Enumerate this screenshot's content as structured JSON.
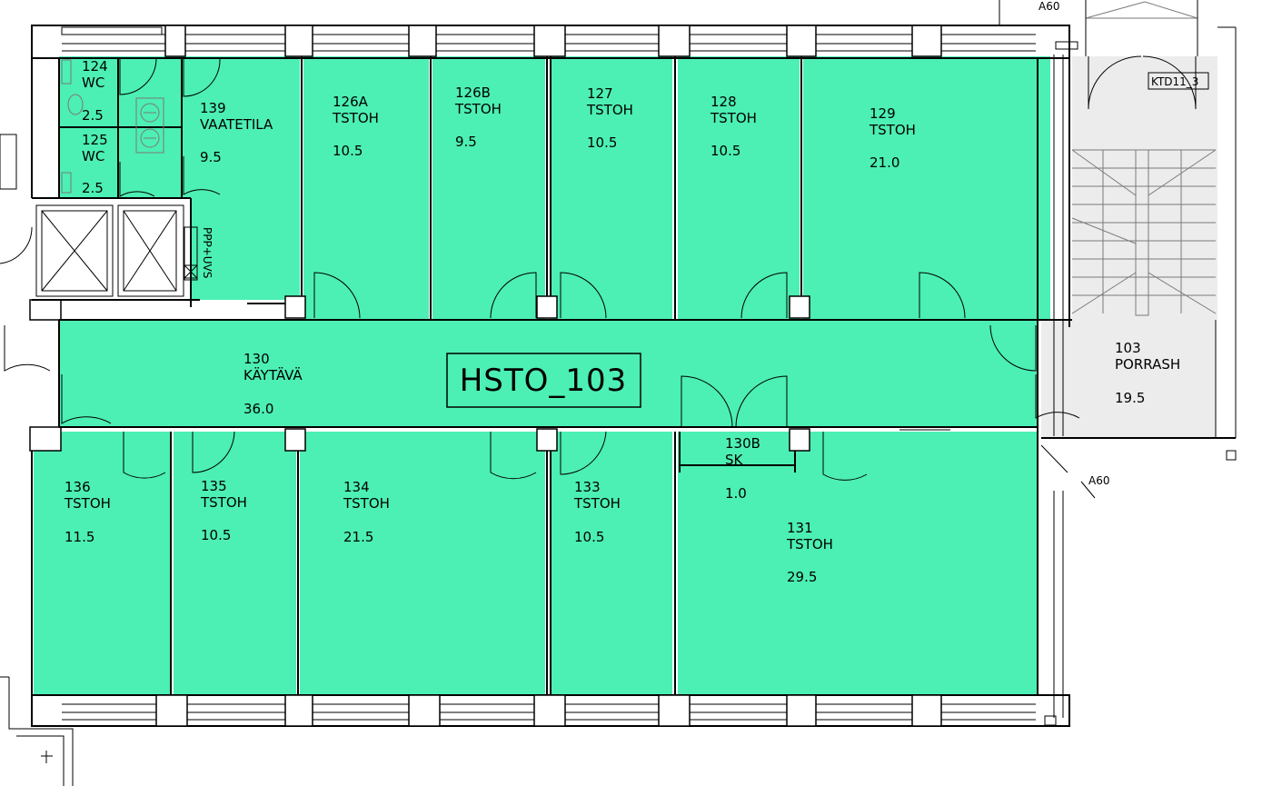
{
  "plan_title": "HSTO_103",
  "colors": {
    "room_fill": "#4cefb4",
    "stair_fill": "#ececec",
    "wall": "#000000"
  },
  "labels": {
    "a60_top": "A60",
    "a60_right": "A60",
    "ktd": "KTD11_3",
    "ppp": "PPP+UVS"
  },
  "rooms": [
    {
      "id": "r124",
      "num": "124",
      "type": "WC",
      "area": "2.5"
    },
    {
      "id": "r125",
      "num": "125",
      "type": "WC",
      "area": "2.5"
    },
    {
      "id": "r139",
      "num": "139",
      "type": "VAATETILA",
      "area": "9.5"
    },
    {
      "id": "r126a",
      "num": "126A",
      "type": "TSTOH",
      "area": "10.5"
    },
    {
      "id": "r126b",
      "num": "126B",
      "type": "TSTOH",
      "area": "9.5"
    },
    {
      "id": "r127",
      "num": "127",
      "type": "TSTOH",
      "area": "10.5"
    },
    {
      "id": "r128",
      "num": "128",
      "type": "TSTOH",
      "area": "10.5"
    },
    {
      "id": "r129",
      "num": "129",
      "type": "TSTOH",
      "area": "21.0"
    },
    {
      "id": "r130",
      "num": "130",
      "type": "KÄYTÄVÄ",
      "area": "36.0"
    },
    {
      "id": "r103",
      "num": "103",
      "type": "PORRASH",
      "area": "19.5"
    },
    {
      "id": "r130b",
      "num": "130B",
      "type": "SK",
      "area": "1.0"
    },
    {
      "id": "r136",
      "num": "136",
      "type": "TSTOH",
      "area": "11.5"
    },
    {
      "id": "r135",
      "num": "135",
      "type": "TSTOH",
      "area": "10.5"
    },
    {
      "id": "r134",
      "num": "134",
      "type": "TSTOH",
      "area": "21.5"
    },
    {
      "id": "r133",
      "num": "133",
      "type": "TSTOH",
      "area": "10.5"
    },
    {
      "id": "r131",
      "num": "131",
      "type": "TSTOH",
      "area": "29.5"
    }
  ]
}
